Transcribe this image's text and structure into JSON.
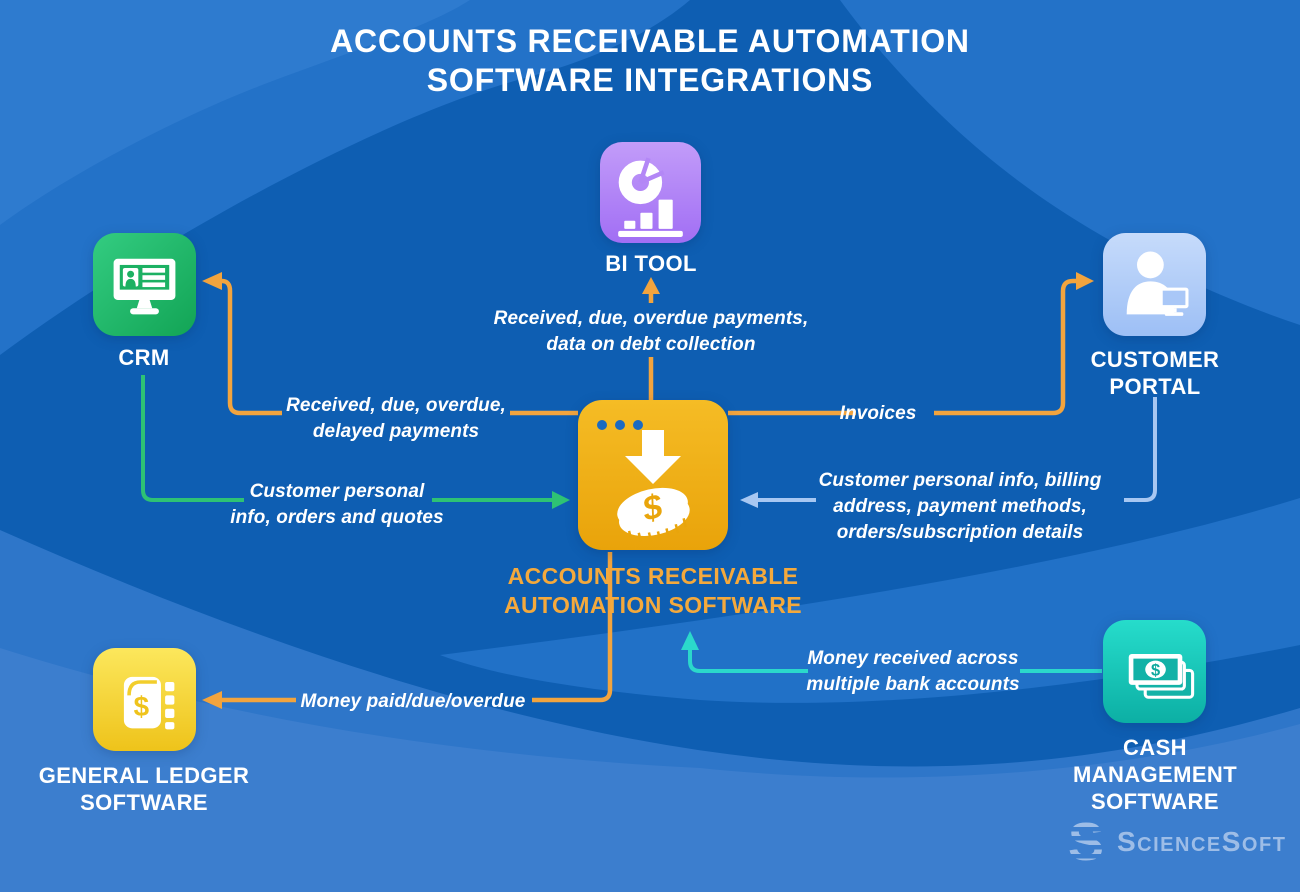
{
  "title": "ACCOUNTS RECEIVABLE AUTOMATION\nSOFTWARE INTEGRATIONS",
  "nodes": {
    "bi_tool": {
      "label": "BI TOOL",
      "icon": "bi-dashboard-icon",
      "color": "#A97BF5"
    },
    "crm": {
      "label": "CRM",
      "icon": "crm-monitor-icon",
      "color": "#22BC6C"
    },
    "customer_portal": {
      "label": "CUSTOMER\nPORTAL",
      "icon": "customer-portal-icon",
      "color": "#AECBF8"
    },
    "ar_software": {
      "label": "ACCOUNTS RECEIVABLE\nAUTOMATION SOFTWARE",
      "icon": "ar-automation-icon",
      "color": "#EFB018"
    },
    "general_ledger": {
      "label": "GENERAL LEDGER\nSOFTWARE",
      "icon": "ledger-book-icon",
      "color": "#F5D335"
    },
    "cash_management": {
      "label": "CASH MANAGEMENT\nSOFTWARE",
      "icon": "cash-banknotes-icon",
      "color": "#18C5B7"
    }
  },
  "flows": {
    "ar_to_bi": {
      "label": "Received, due, overdue payments,\ndata on debt collection",
      "color": "#F2A43E"
    },
    "ar_to_crm": {
      "label": "Received, due, overdue,\ndelayed payments",
      "color": "#F2A43E"
    },
    "crm_to_ar": {
      "label": "Customer personal\ninfo, orders and quotes",
      "color": "#2EC274"
    },
    "ar_to_portal": {
      "label": "Invoices",
      "color": "#F2A43E"
    },
    "portal_to_ar": {
      "label": "Customer personal info, billing\naddress, payment methods,\norders/subscription details",
      "color": "#A7C7F2"
    },
    "ar_to_gl": {
      "label": "Money paid/due/overdue",
      "color": "#F2A43E"
    },
    "cash_to_ar": {
      "label": "Money received across\nmultiple bank accounts",
      "color": "#2BD8CB"
    }
  },
  "logo": {
    "text": "ScienceSoft"
  },
  "colors": {
    "background": "#0E5EB2",
    "wave_light": "#2E76C9",
    "wave_lighter": "#3C7ECE",
    "accent_orange": "#F2A43E",
    "accent_green": "#2EC274",
    "accent_teal": "#2BD8CB",
    "accent_light_blue": "#A7C7F2",
    "center_label": "#F4A93C",
    "title": "#FFFFFF"
  }
}
